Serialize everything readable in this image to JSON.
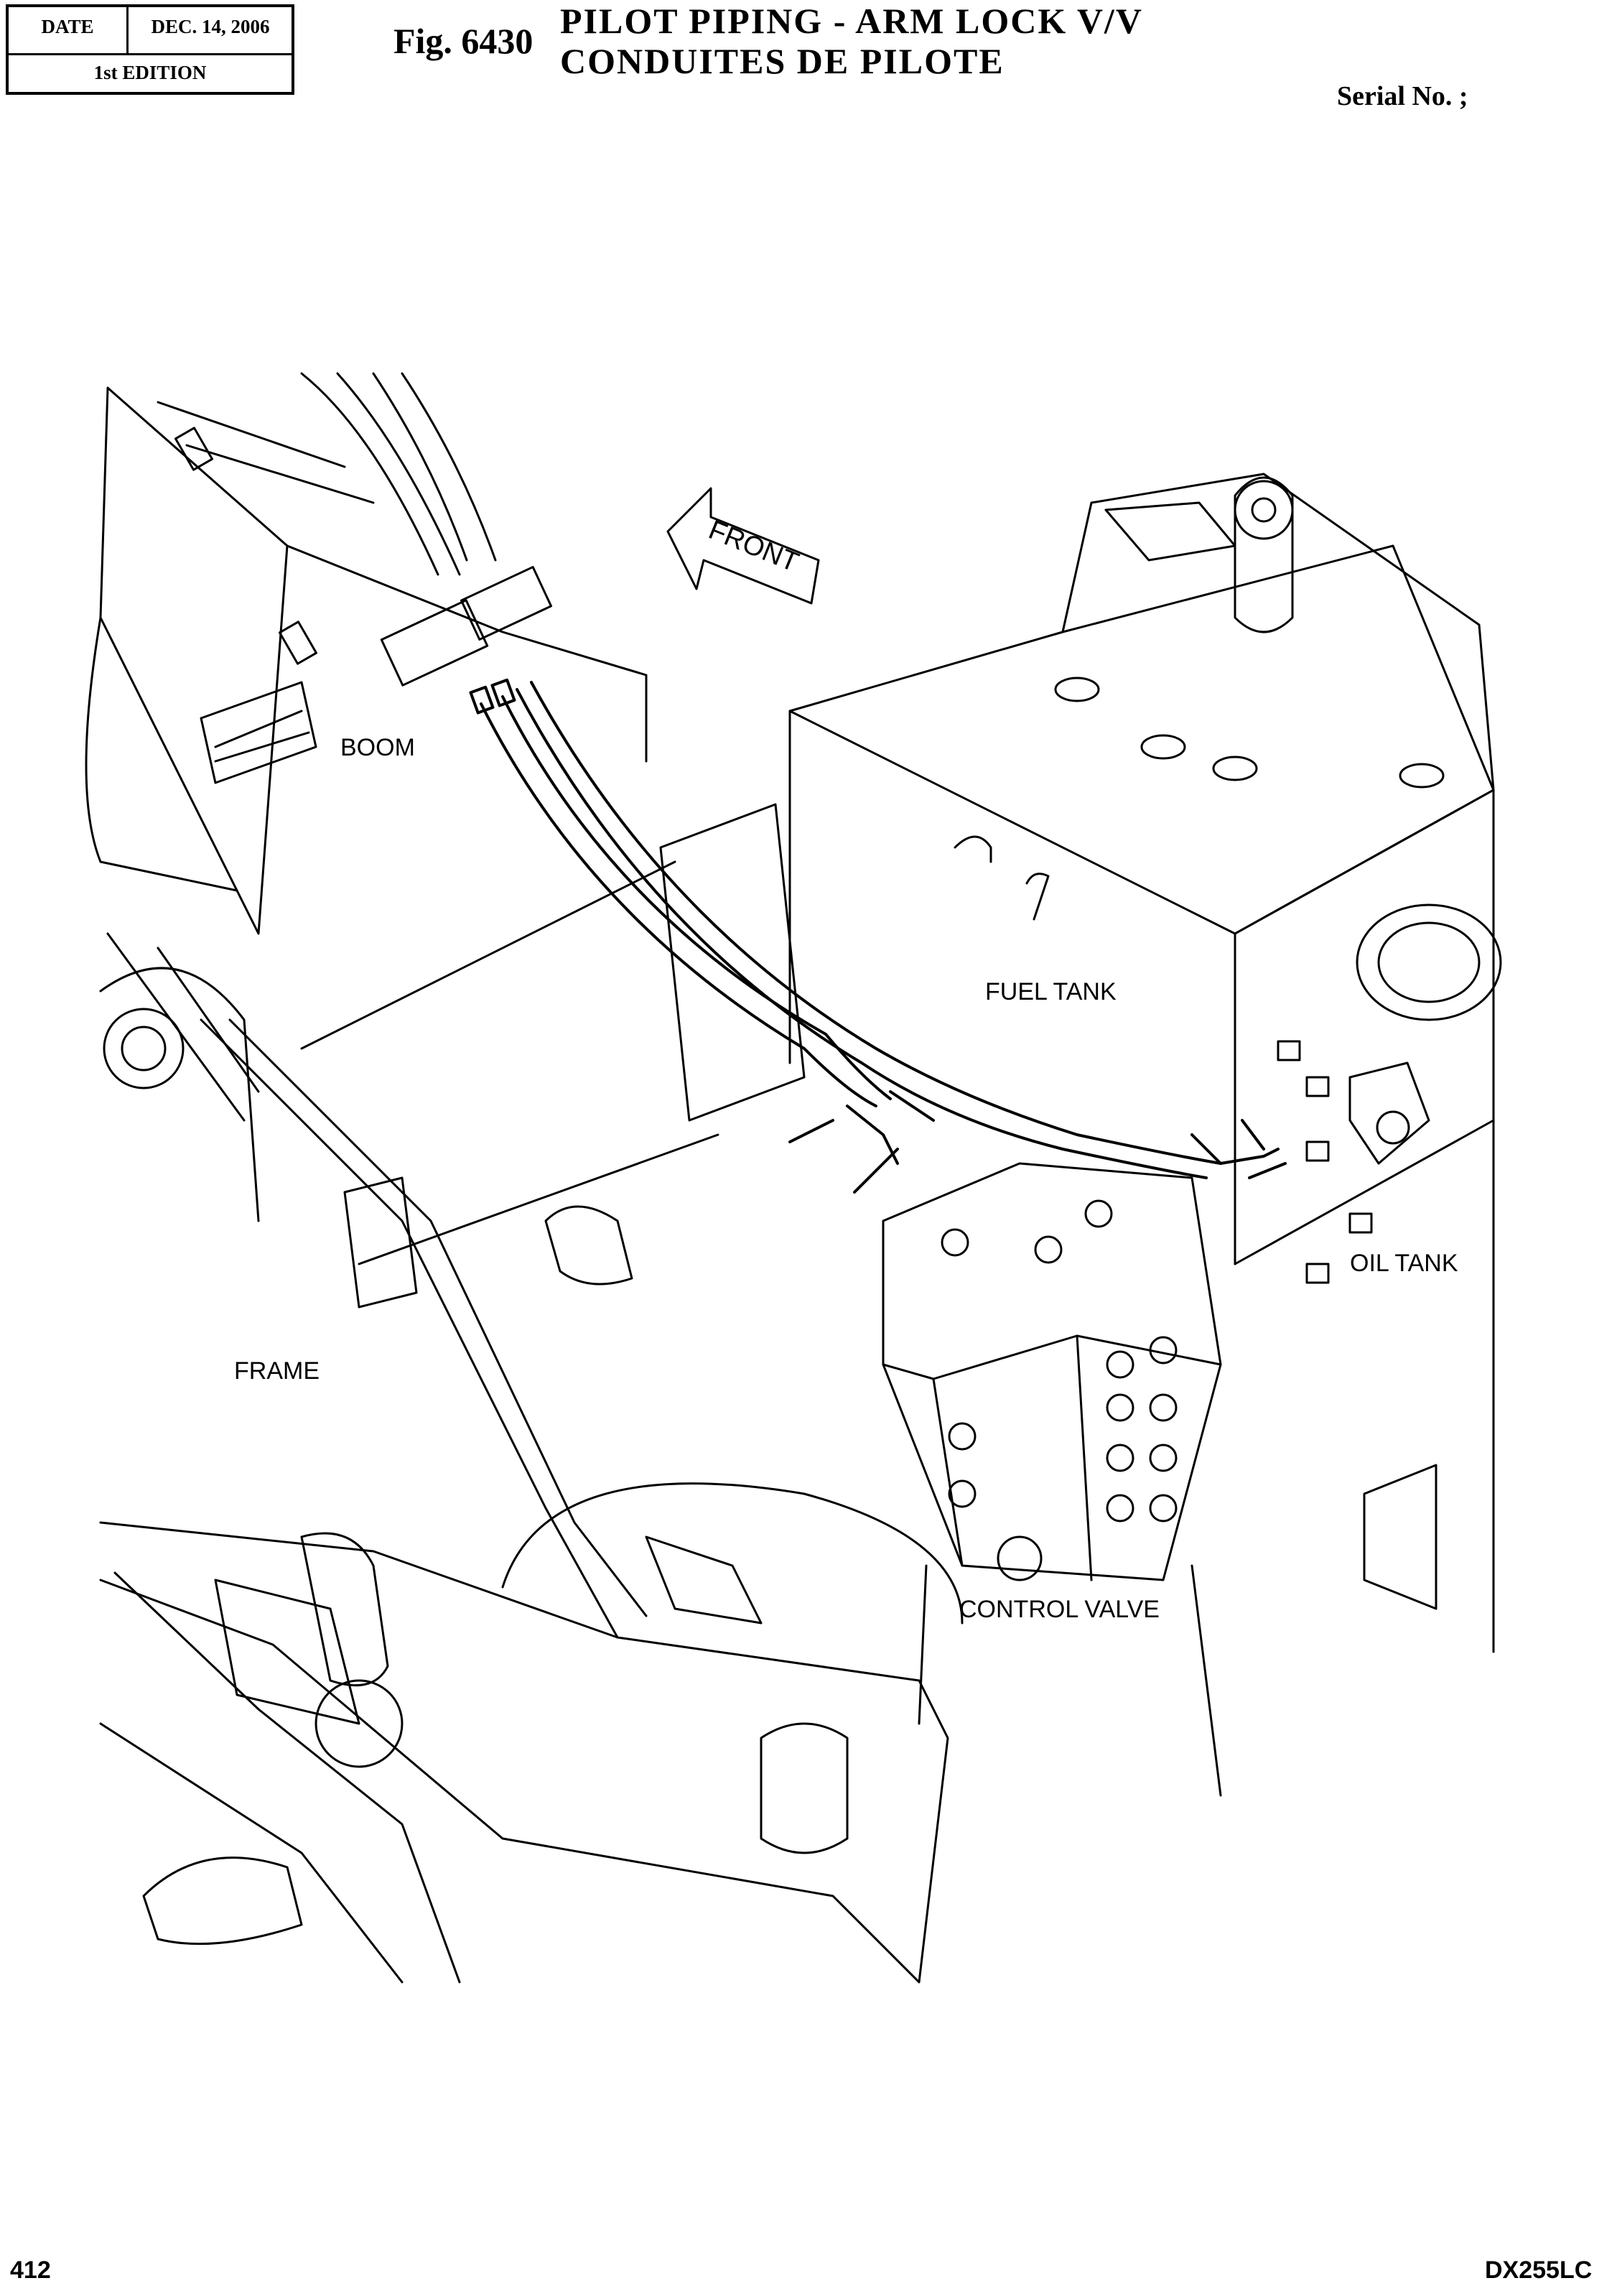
{
  "header": {
    "date_label": "DATE",
    "date_value": "DEC. 14, 2006",
    "edition": "1st EDITION",
    "figure": "Fig. 6430",
    "title_en": "PILOT PIPING - ARM LOCK V/V",
    "title_fr": "CONDUITES DE PILOTE",
    "serial": "Serial No. ;"
  },
  "diagram": {
    "front_arrow": "FRONT",
    "labels": {
      "boom": "BOOM",
      "fuel_tank": "FUEL TANK",
      "oil_tank": "OIL TANK",
      "frame": "FRAME",
      "control_valve": "CONTROL VALVE"
    }
  },
  "footer": {
    "page_number": "412",
    "model": "DX255LC"
  }
}
